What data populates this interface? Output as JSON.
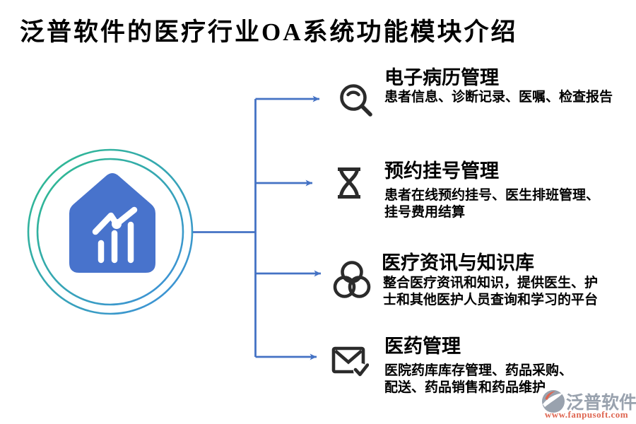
{
  "title": "泛普软件的医疗行业OA系统功能模块介绍",
  "colors": {
    "connector_blue": "#4472c4",
    "icon_dark": "#2b2b2b",
    "house_blue": "#4873cc",
    "ring_gradient_start": "#2dbd8b",
    "ring_gradient_end": "#3f8ede",
    "logo_gray": "#99a2ae",
    "logo_red": "#de6550",
    "text_black": "#000000"
  },
  "center_icon": "house-analytics-icon",
  "features": [
    {
      "icon": "magnifier-icon",
      "title": "电子病历管理",
      "desc": [
        "患者信息、诊断记录、医嘱、检查报告"
      ]
    },
    {
      "icon": "hourglass-icon",
      "title": "预约挂号管理",
      "desc": [
        "患者在线预约挂号、医生排班管理、",
        "挂号费用结算"
      ]
    },
    {
      "icon": "overlapping-circles-icon",
      "title": "医疗资讯与知识库",
      "desc": [
        "整合医疗资讯和知识，提供医生、护",
        "士和其他医护人员查询和学习的平台"
      ]
    },
    {
      "icon": "envelope-check-icon",
      "title": "医药管理",
      "desc": [
        "医院药库库存管理、药品采购、",
        "配送、药品销售和药品维护"
      ]
    }
  ],
  "logo": {
    "name": "泛普软件",
    "url": "www.fanpusoft.com"
  }
}
